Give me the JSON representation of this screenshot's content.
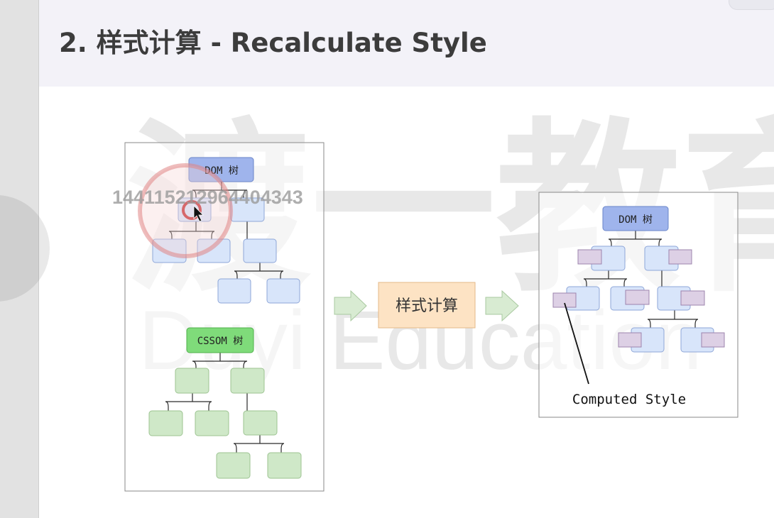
{
  "slide": {
    "title": "2. 样式计算 - Recalculate Style"
  },
  "diagram": {
    "dom_tree_label": "DOM 树",
    "cssom_tree_label": "CSSOM 树",
    "process_label": "样式计算",
    "result_dom_tree_label": "DOM 树",
    "computed_style_label": "Computed Style"
  },
  "watermark": {
    "id_text": "144115212964404343",
    "brand_cn": "渡一教育",
    "brand_en": "Duyi Education"
  },
  "colors": {
    "dom_root": "#9fb4ec",
    "dom_node": "#d8e5fa",
    "cssom_root": "#7fdb7a",
    "cssom_node": "#cfe8c8",
    "process_box": "#fde3c4",
    "arrow": "#d8ebd2",
    "style_tag": "#ddd0e5"
  },
  "cursor_icon": "mouse-pointer-icon"
}
